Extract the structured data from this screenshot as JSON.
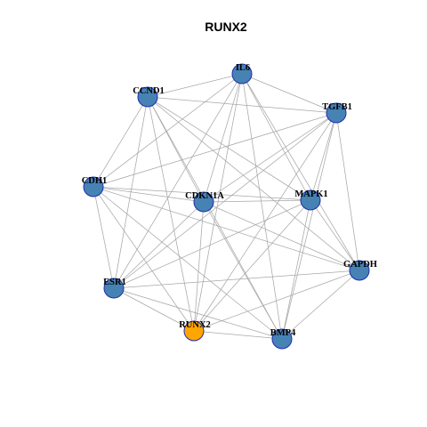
{
  "title": "RUNX2",
  "colors": {
    "node_default": "#4682B4",
    "node_highlight": "#FFA500",
    "node_border": "#1F2FAF",
    "edge": "#A8A8A8",
    "background": "#FFFFFF"
  },
  "nodes": [
    {
      "id": "IL6",
      "label": "IL6",
      "highlight": false
    },
    {
      "id": "CCND1",
      "label": "CCND1",
      "highlight": false
    },
    {
      "id": "TGFB1",
      "label": "TGFB1",
      "highlight": false
    },
    {
      "id": "CDH1",
      "label": "CDH1",
      "highlight": false
    },
    {
      "id": "CDKN1A",
      "label": "CDKN1A",
      "highlight": false
    },
    {
      "id": "MAPK1",
      "label": "MAPK1",
      "highlight": false
    },
    {
      "id": "GAPDH",
      "label": "GAPDH",
      "highlight": false
    },
    {
      "id": "ESR1",
      "label": "ESR1",
      "highlight": false
    },
    {
      "id": "RUNX2",
      "label": "RUNX2",
      "highlight": true
    },
    {
      "id": "BMP4",
      "label": "BMP4",
      "highlight": false
    }
  ],
  "edges": [
    [
      "IL6",
      "CCND1"
    ],
    [
      "IL6",
      "TGFB1"
    ],
    [
      "IL6",
      "CDH1"
    ],
    [
      "IL6",
      "CDKN1A"
    ],
    [
      "IL6",
      "MAPK1"
    ],
    [
      "IL6",
      "GAPDH"
    ],
    [
      "IL6",
      "ESR1"
    ],
    [
      "IL6",
      "RUNX2"
    ],
    [
      "IL6",
      "BMP4"
    ],
    [
      "CCND1",
      "TGFB1"
    ],
    [
      "CCND1",
      "CDH1"
    ],
    [
      "CCND1",
      "CDKN1A"
    ],
    [
      "CCND1",
      "MAPK1"
    ],
    [
      "CCND1",
      "GAPDH"
    ],
    [
      "CCND1",
      "ESR1"
    ],
    [
      "CCND1",
      "RUNX2"
    ],
    [
      "CCND1",
      "BMP4"
    ],
    [
      "TGFB1",
      "CDH1"
    ],
    [
      "TGFB1",
      "CDKN1A"
    ],
    [
      "TGFB1",
      "MAPK1"
    ],
    [
      "TGFB1",
      "GAPDH"
    ],
    [
      "TGFB1",
      "ESR1"
    ],
    [
      "TGFB1",
      "RUNX2"
    ],
    [
      "TGFB1",
      "BMP4"
    ],
    [
      "CDH1",
      "CDKN1A"
    ],
    [
      "CDH1",
      "MAPK1"
    ],
    [
      "CDH1",
      "GAPDH"
    ],
    [
      "CDH1",
      "ESR1"
    ],
    [
      "CDH1",
      "RUNX2"
    ],
    [
      "CDH1",
      "BMP4"
    ],
    [
      "CDKN1A",
      "MAPK1"
    ],
    [
      "CDKN1A",
      "GAPDH"
    ],
    [
      "CDKN1A",
      "ESR1"
    ],
    [
      "CDKN1A",
      "RUNX2"
    ],
    [
      "CDKN1A",
      "BMP4"
    ],
    [
      "MAPK1",
      "GAPDH"
    ],
    [
      "MAPK1",
      "ESR1"
    ],
    [
      "MAPK1",
      "RUNX2"
    ],
    [
      "MAPK1",
      "BMP4"
    ],
    [
      "GAPDH",
      "ESR1"
    ],
    [
      "GAPDH",
      "RUNX2"
    ],
    [
      "GAPDH",
      "BMP4"
    ],
    [
      "ESR1",
      "RUNX2"
    ],
    [
      "ESR1",
      "BMP4"
    ],
    [
      "RUNX2",
      "BMP4"
    ]
  ]
}
